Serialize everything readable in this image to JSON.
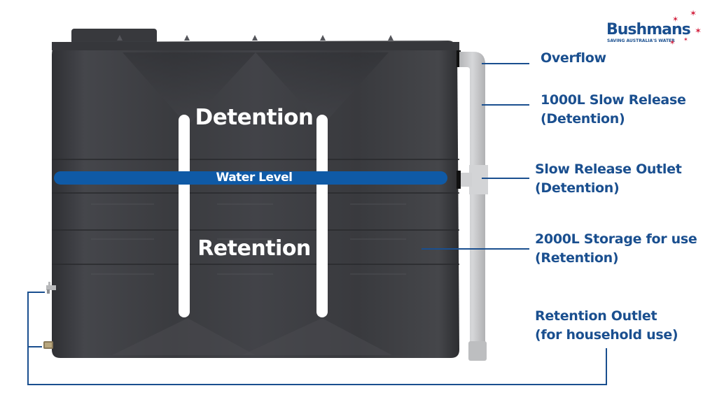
{
  "brand": {
    "name": "Bushmans",
    "tagline": "SAVING AUSTRALIA'S WATER",
    "primary_color": "#1a4f8f",
    "star_color": "#d21f3c",
    "star_glyph": "✶"
  },
  "tank": {
    "upper_zone_label": "Detention",
    "lower_zone_label": "Retention",
    "water_level_label": "Water Level",
    "tank_color": "#3a3b3f",
    "water_level_color": "#0f5aa6",
    "pipe_color": "#c9cacc"
  },
  "callouts": [
    {
      "id": "overflow",
      "lines": [
        "Overflow"
      ]
    },
    {
      "id": "slow-release",
      "lines": [
        "1000L Slow Release",
        "(Detention)"
      ]
    },
    {
      "id": "slow-release-outlet",
      "lines": [
        "Slow Release Outlet",
        "(Detention)"
      ]
    },
    {
      "id": "storage",
      "lines": [
        "2000L Storage for use",
        "(Retention)"
      ]
    },
    {
      "id": "retention-outlet",
      "lines": [
        "Retention Outlet",
        "(for household use)"
      ]
    }
  ]
}
